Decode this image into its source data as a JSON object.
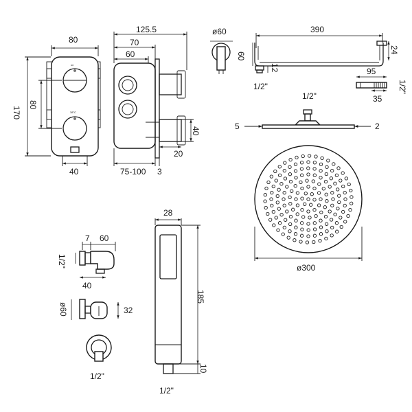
{
  "thermostatic_valve": {
    "width": "80",
    "height": "170",
    "inner_height": "80",
    "bottom_width": "40",
    "depth_total": "125.5",
    "depth_70": "70",
    "depth_60": "60",
    "depth_range": "75-100",
    "plate": "3",
    "spout_height": "40",
    "spout_depth": "20",
    "handle_top_label": "on",
    "handle_bottom_label": "38°C"
  },
  "wall_arm": {
    "flange_dia": "ø60",
    "length": "390",
    "drop": "60",
    "outlet_height": "24",
    "thread_len": "12",
    "thread": "1/2\""
  },
  "ceiling_arm": {
    "length": "95",
    "thread": "1/2\"",
    "dia": "35"
  },
  "shower_head": {
    "thread": "1/2\"",
    "edge_left": "5",
    "edge_right": "2",
    "diameter": "ø300"
  },
  "wall_outlet_bracket": {
    "offset": "7",
    "width": "60",
    "thread": "1/2\"",
    "projection": "40"
  },
  "outlet_front": {
    "dia": "ø60",
    "height": "32",
    "thread": "1/2\""
  },
  "hand_shower": {
    "width": "28",
    "length": "185",
    "connector": "10",
    "thread": "1/2\""
  },
  "colors": {
    "line": "#1a1a1a",
    "background": "#ffffff"
  }
}
